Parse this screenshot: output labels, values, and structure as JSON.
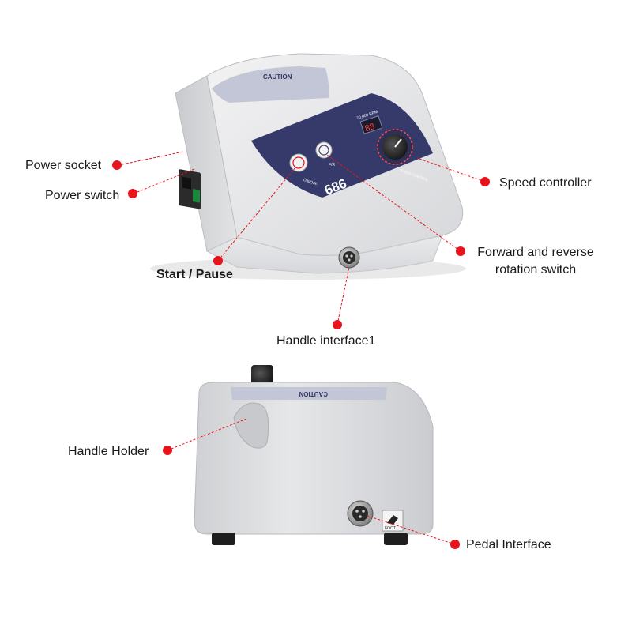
{
  "callouts": {
    "power_socket": "Power socket",
    "power_switch": "Power switch",
    "start_pause": "Start / Pause",
    "speed_controller": "Speed controller",
    "forward_reverse_line1": "Forward and reverse",
    "forward_reverse_line2": "rotation switch",
    "handle_interface": "Handle interface1",
    "handle_holder": "Handle Holder",
    "pedal_interface": "Pedal Interface"
  },
  "device": {
    "model": "686",
    "caution": "CAUTION",
    "on_off": "ON/OFF",
    "fr": "F/R",
    "speed_readout": "88",
    "rpm_text": "70,000 RPM",
    "speed_control": "SPEED CONTROL",
    "foot": "FOOT"
  },
  "colors": {
    "dot": "#e8141c",
    "panel": "#353a6a",
    "body": "#e3e4e6"
  }
}
